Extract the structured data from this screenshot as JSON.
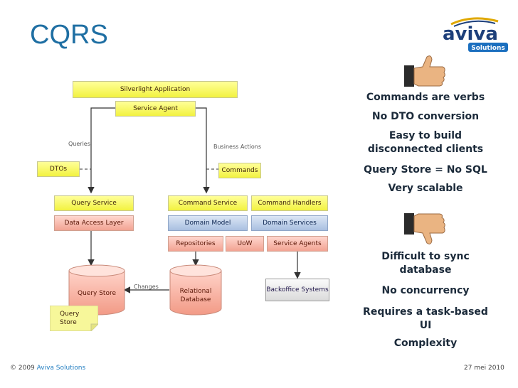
{
  "slide": {
    "title": "CQRS",
    "logo": {
      "name": "aviva",
      "sub": "Solutions",
      "colors": {
        "name": "#1d3f7a",
        "sub_bg": "#1b6fbf",
        "swoosh": "#e0a800"
      }
    },
    "footer_left_prefix": "© 2009 ",
    "footer_left_brand": "Aviva Solutions",
    "footer_right": "27 mei 2010"
  },
  "diagram": {
    "silverlight_app": "Silverlight Application",
    "service_agent": "Service Agent",
    "queries": "Queries",
    "business_actions": "Business Actions",
    "dtos": "DTOs",
    "commands": "Commands",
    "query_service": "Query Service",
    "command_service": "Command Service",
    "command_handlers": "Command Handlers",
    "data_access_layer": "Data Access Layer",
    "domain_model": "Domain Model",
    "domain_services": "Domain Services",
    "repositories": "Repositories",
    "uow": "UoW",
    "service_agents": "Service Agents",
    "query_store_db": "Query Store",
    "changes": "Changes",
    "relational_db": "Relational Database",
    "backoffice": "Backoffice Systems",
    "query_store_note": "Query Store"
  },
  "pros": [
    "Commands are verbs",
    "No DTO conversion",
    "Easy to build disconnected clients",
    "Query Store = No SQL",
    "Very scalable"
  ],
  "cons": [
    "Difficult to sync database",
    "No concurrency",
    "Requires a task-based UI",
    "Complexity"
  ]
}
